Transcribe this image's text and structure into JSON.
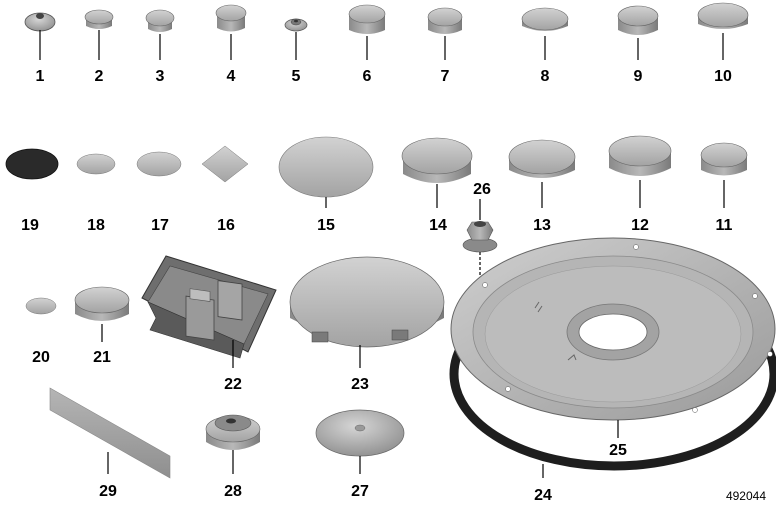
{
  "diagram": {
    "document_number": "492044",
    "colors": {
      "background": "#ffffff",
      "part_light": "#c4c4c4",
      "part_mid": "#a9a9a9",
      "part_dark": "#7e7e7e",
      "part_edge": "#555555",
      "dark_disc": "#2a2a2a",
      "gasket": "#1e1e1e",
      "leader": "#000000"
    },
    "callouts": [
      {
        "id": "1",
        "label": "1"
      },
      {
        "id": "2",
        "label": "2"
      },
      {
        "id": "3",
        "label": "3"
      },
      {
        "id": "4",
        "label": "4"
      },
      {
        "id": "5",
        "label": "5"
      },
      {
        "id": "6",
        "label": "6"
      },
      {
        "id": "7",
        "label": "7"
      },
      {
        "id": "8",
        "label": "8"
      },
      {
        "id": "9",
        "label": "9"
      },
      {
        "id": "10",
        "label": "10"
      },
      {
        "id": "11",
        "label": "11"
      },
      {
        "id": "12",
        "label": "12"
      },
      {
        "id": "13",
        "label": "13"
      },
      {
        "id": "14",
        "label": "14"
      },
      {
        "id": "15",
        "label": "15"
      },
      {
        "id": "16",
        "label": "16"
      },
      {
        "id": "17",
        "label": "17"
      },
      {
        "id": "18",
        "label": "18"
      },
      {
        "id": "19",
        "label": "19"
      },
      {
        "id": "20",
        "label": "20"
      },
      {
        "id": "21",
        "label": "21"
      },
      {
        "id": "22",
        "label": "22"
      },
      {
        "id": "23",
        "label": "23"
      },
      {
        "id": "24",
        "label": "24"
      },
      {
        "id": "25",
        "label": "25"
      },
      {
        "id": "26",
        "label": "26"
      },
      {
        "id": "27",
        "label": "27"
      },
      {
        "id": "28",
        "label": "28"
      },
      {
        "id": "29",
        "label": "29"
      }
    ]
  }
}
